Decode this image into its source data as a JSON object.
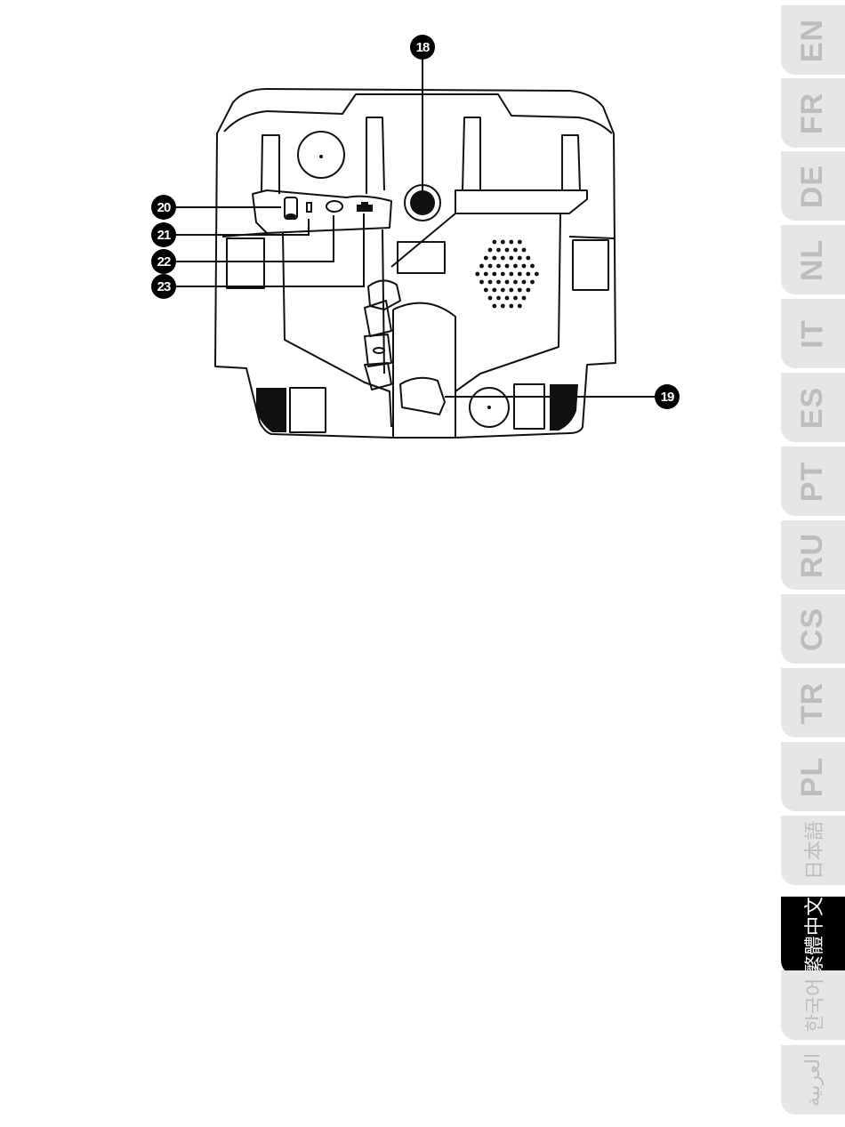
{
  "callouts": {
    "c18": "18",
    "c19": "19",
    "c20": "20",
    "c21": "21",
    "c22": "22",
    "c23": "23"
  },
  "languages": [
    {
      "code": "EN"
    },
    {
      "code": "FR"
    },
    {
      "code": "DE"
    },
    {
      "code": "NL"
    },
    {
      "code": "IT"
    },
    {
      "code": "ES"
    },
    {
      "code": "PT"
    },
    {
      "code": "RU"
    },
    {
      "code": "CS"
    },
    {
      "code": "TR"
    },
    {
      "code": "PL"
    },
    {
      "code": "日本語"
    },
    {
      "code": "繁體中文",
      "active": true
    },
    {
      "code": "한국어"
    },
    {
      "code": "العربية"
    }
  ],
  "colors": {
    "tab_inactive_bg": "#e6e6e6",
    "tab_inactive_text": "#bdbdbd",
    "tab_active_bg": "#000000",
    "tab_active_text": "#ffffff"
  }
}
